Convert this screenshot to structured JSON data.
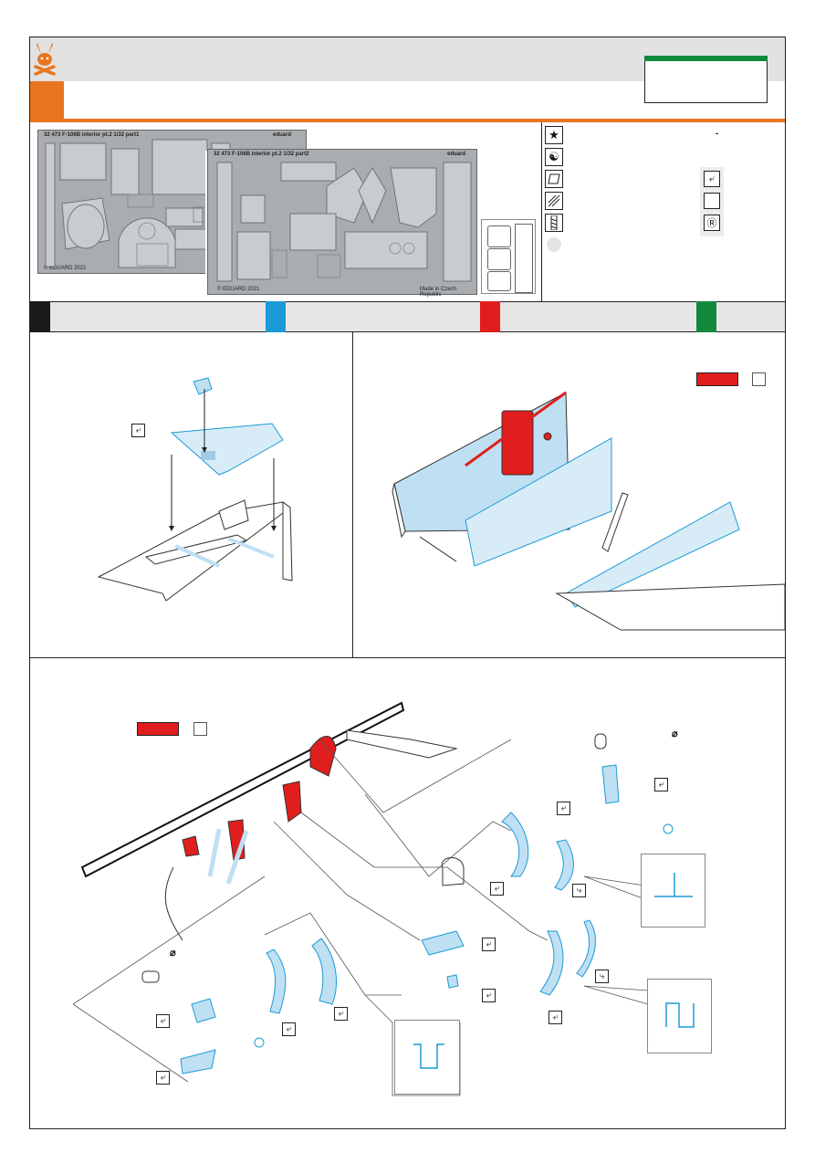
{
  "sheet1": {
    "code": "32 473",
    "title": "F-106B interior pt.2",
    "scale": "1/32",
    "part": "part1",
    "copyright": "© EDUARD 2021"
  },
  "sheet2": {
    "code": "32 473",
    "title": "F-106B interior pt.2",
    "scale": "1/32",
    "part": "part2",
    "brand": "eduard",
    "copyright": "© EDUARD 2021",
    "made_in": "Made in Czech Republic"
  },
  "sheet1_brand": "eduard",
  "colors": {
    "orange": "#e8761f",
    "green": "#118a3c",
    "black": "#1a1a1a",
    "blue": "#1b9ad6",
    "red": "#e01e1e",
    "part_blue": "#bfe0f3",
    "bar_grey": "#e6e6e6"
  },
  "legend": {
    "mark": "-",
    "icons": [
      "star-icon",
      "yin-yang-icon",
      "paint-icon",
      "file-icon",
      "drill-icon"
    ],
    "symbols": [
      "fold-icon",
      "blank-icon",
      "remove-icon"
    ]
  },
  "diameter_symbol": "⌀"
}
